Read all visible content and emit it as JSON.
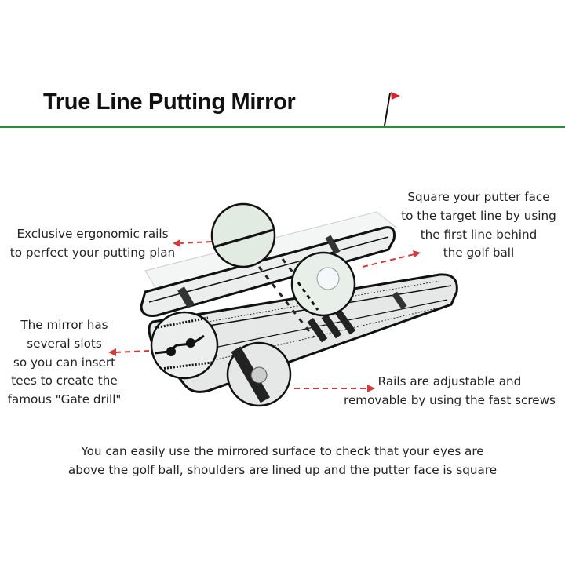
{
  "title": "True Line Putting Mirror",
  "colors": {
    "accent_green": "#2e8b3a",
    "flag_red": "#d9222a",
    "arrow_red": "#d03a3a"
  },
  "callouts": {
    "rails": [
      "Exclusive ergonomic rails",
      "to perfect your putting plan"
    ],
    "square": [
      "Square your putter face",
      "to the target line by using",
      "the first line behind",
      "the  golf ball"
    ],
    "slots": [
      "The mirror has",
      "several slots",
      "so you can insert",
      "tees to create the",
      "famous \"Gate drill\""
    ],
    "adjustable": [
      "Rails are adjustable and",
      "removable by using the fast screws"
    ]
  },
  "footer": [
    "You can easily use the mirrored surface to check that your eyes are",
    "above the golf ball,  shoulders are lined up and the putter face is square"
  ]
}
